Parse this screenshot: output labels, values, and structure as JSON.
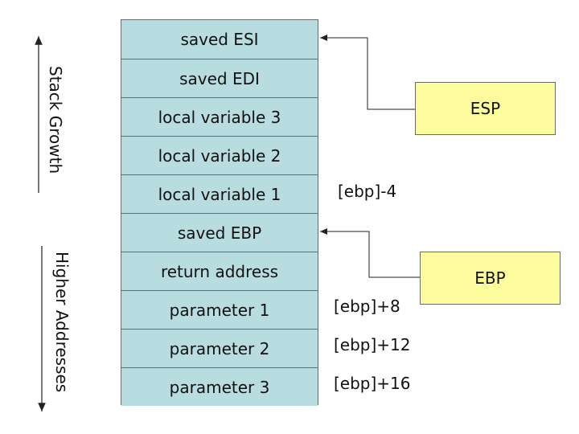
{
  "stack": {
    "cells": [
      "saved ESI",
      "saved EDI",
      "local variable 3",
      "local variable 2",
      "local variable 1",
      "saved EBP",
      "return address",
      "parameter 1",
      "parameter 2",
      "parameter 3"
    ]
  },
  "offsets": {
    "local1": "[ebp]-4",
    "param1": "[ebp]+8",
    "param2": "[ebp]+12",
    "param3": "[ebp]+16"
  },
  "registers": {
    "esp": "ESP",
    "ebp": "EBP"
  },
  "side_labels": {
    "growth": "Stack Growth",
    "higher": "Higher Addresses"
  },
  "colors": {
    "cell_fill": "#b7dde0",
    "register_fill": "#fcfc9c",
    "border": "#6a6a6a"
  }
}
